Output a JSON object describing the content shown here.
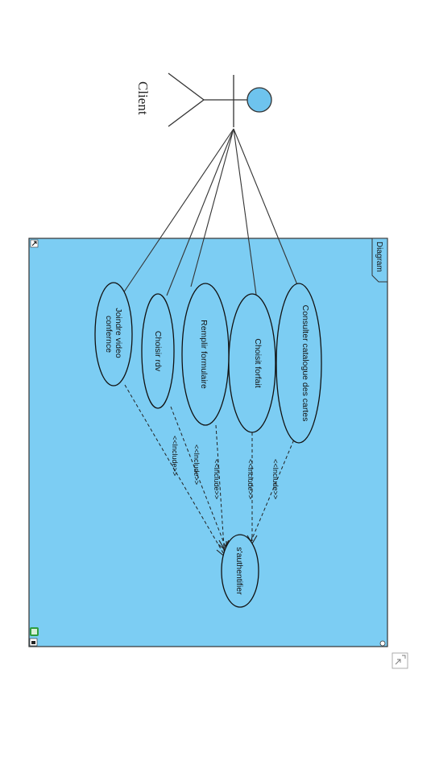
{
  "diagram": {
    "frame_label": "Diagram",
    "background_color": "#7ccdf3",
    "actor": {
      "name": "Client",
      "head_color": "#6ec3ee"
    },
    "use_cases": [
      {
        "id": "consulter",
        "label": "Consulter catalogue des cartes"
      },
      {
        "id": "forfait",
        "label": "Choisit forfait"
      },
      {
        "id": "formulaire",
        "label": "Remplir formulaire"
      },
      {
        "id": "rdv",
        "label": "Choisir rdv"
      },
      {
        "id": "video",
        "label": "Joindre video\nconfernce"
      },
      {
        "id": "auth",
        "label": "s'authentifier"
      }
    ],
    "include_label": "<<Include>>",
    "relationships": [
      {
        "from": "Client",
        "to": "Consulter catalogue des cartes",
        "type": "association"
      },
      {
        "from": "Client",
        "to": "Choisit forfait",
        "type": "association"
      },
      {
        "from": "Client",
        "to": "Remplir formulaire",
        "type": "association"
      },
      {
        "from": "Client",
        "to": "Choisir rdv",
        "type": "association"
      },
      {
        "from": "Client",
        "to": "Joindre video confernce",
        "type": "association"
      },
      {
        "from": "Consulter catalogue des cartes",
        "to": "s'authentifier",
        "type": "include",
        "label": "<<Include>>"
      },
      {
        "from": "Choisit forfait",
        "to": "s'authentifier",
        "type": "include",
        "label": "<<Include>>"
      },
      {
        "from": "Remplir formulaire",
        "to": "s'authentifier",
        "type": "include",
        "label": "<<Include>>"
      },
      {
        "from": "Choisir rdv",
        "to": "s'authentifier",
        "type": "include",
        "label": "<<Include>>"
      },
      {
        "from": "Joindre video confernce",
        "to": "s'authentifier",
        "type": "include",
        "label": "<<Include>>"
      }
    ]
  }
}
